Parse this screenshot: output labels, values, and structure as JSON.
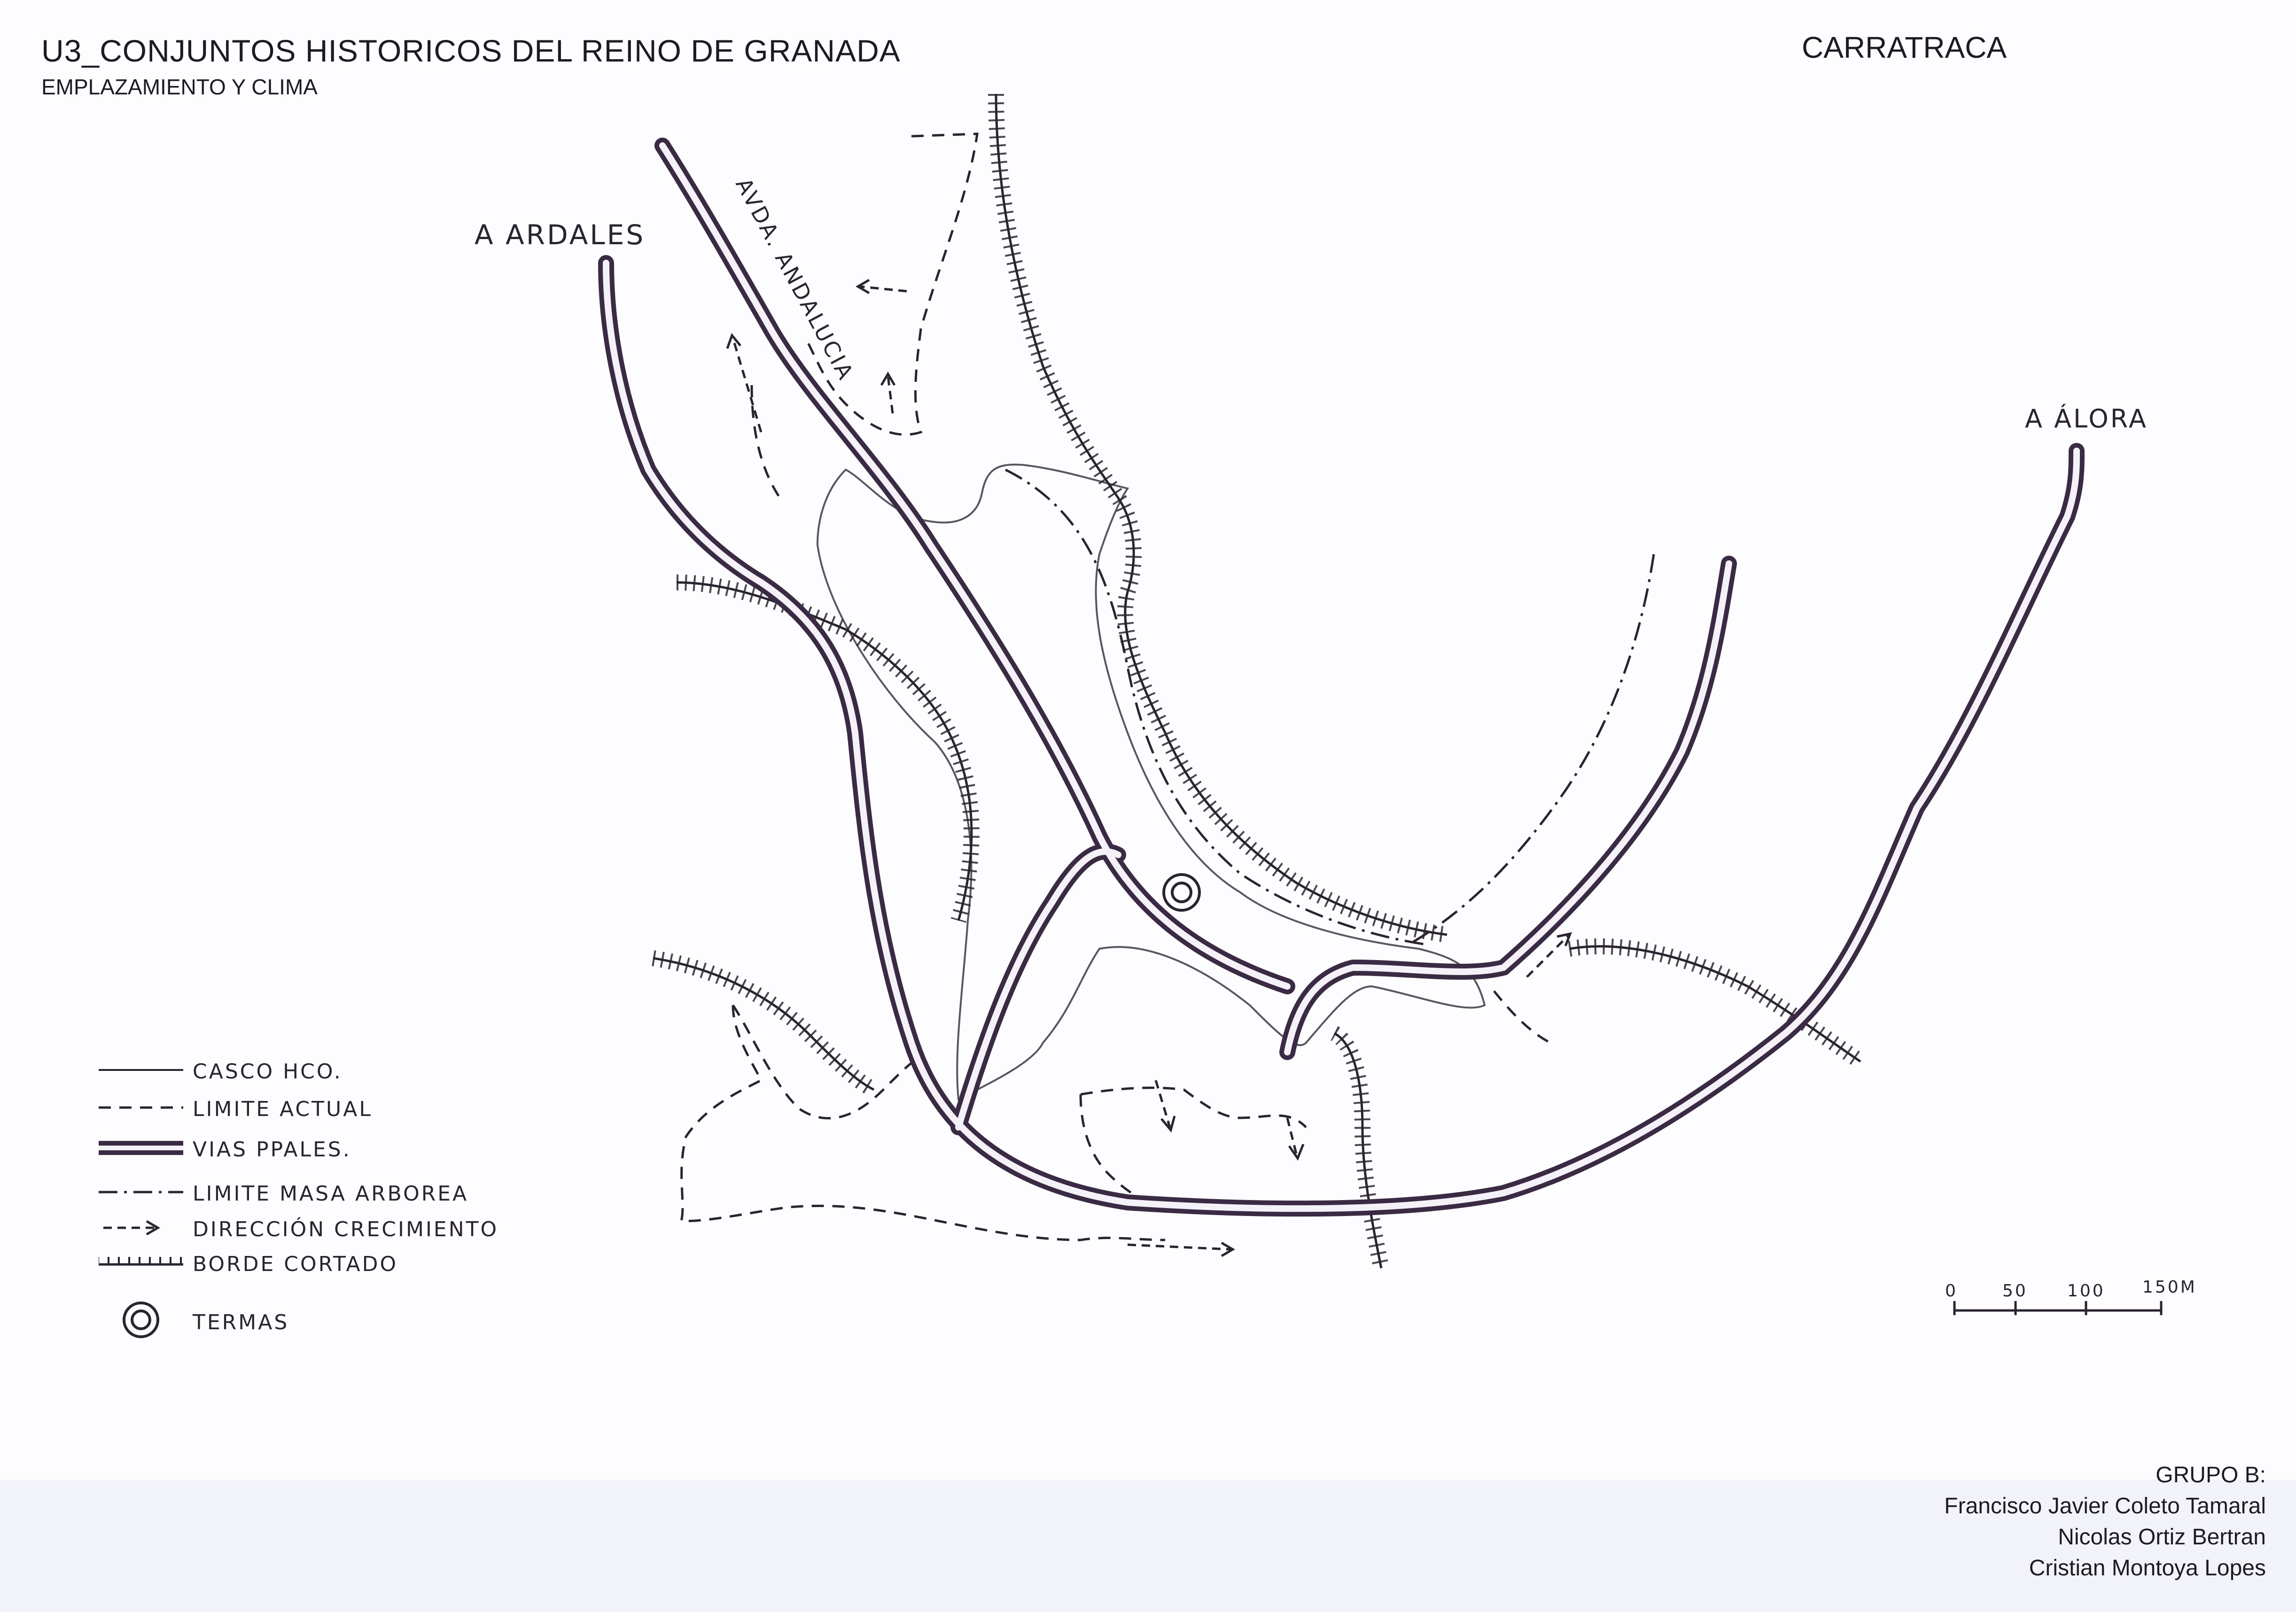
{
  "header": {
    "title": "U3_CONJUNTOS HISTORICOS DEL REINO DE GRANADA",
    "subtitle": "EMPLAZAMIENTO Y CLIMA",
    "town": "CARRATRACA"
  },
  "map_labels": {
    "to_ardales": "A ARDALES",
    "to_alora": "A ÁLORA",
    "avenue": "AVDA. ANDALUCIA"
  },
  "legend": {
    "items": [
      {
        "icon": "solid-thin-line",
        "label": "CASCO HCO."
      },
      {
        "icon": "dashed-line",
        "label": "LIMITE ACTUAL"
      },
      {
        "icon": "double-thick-line",
        "label": "VIAS PPALES."
      },
      {
        "icon": "dash-dot-line",
        "label": "LIMITE MASA ARBOREA"
      },
      {
        "icon": "dashed-arrow",
        "label": "DIRECCIÓN CRECIMIENTO"
      },
      {
        "icon": "hatched-line",
        "label": "BORDE CORTADO"
      },
      {
        "icon": "double-circle",
        "label": "TERMAS"
      }
    ]
  },
  "scale_bar": {
    "ticks": [
      "0",
      "50",
      "100",
      "150M"
    ]
  },
  "team": {
    "heading": "GRUPO B:",
    "members": [
      "Francisco Javier Coleto Tamaral",
      "Nicolas Ortiz Bertran",
      "Cristian Montoya Lopes"
    ]
  },
  "colors": {
    "road": "#3a2a44",
    "ink": "#2a2430",
    "paper": "#fdfdff"
  }
}
